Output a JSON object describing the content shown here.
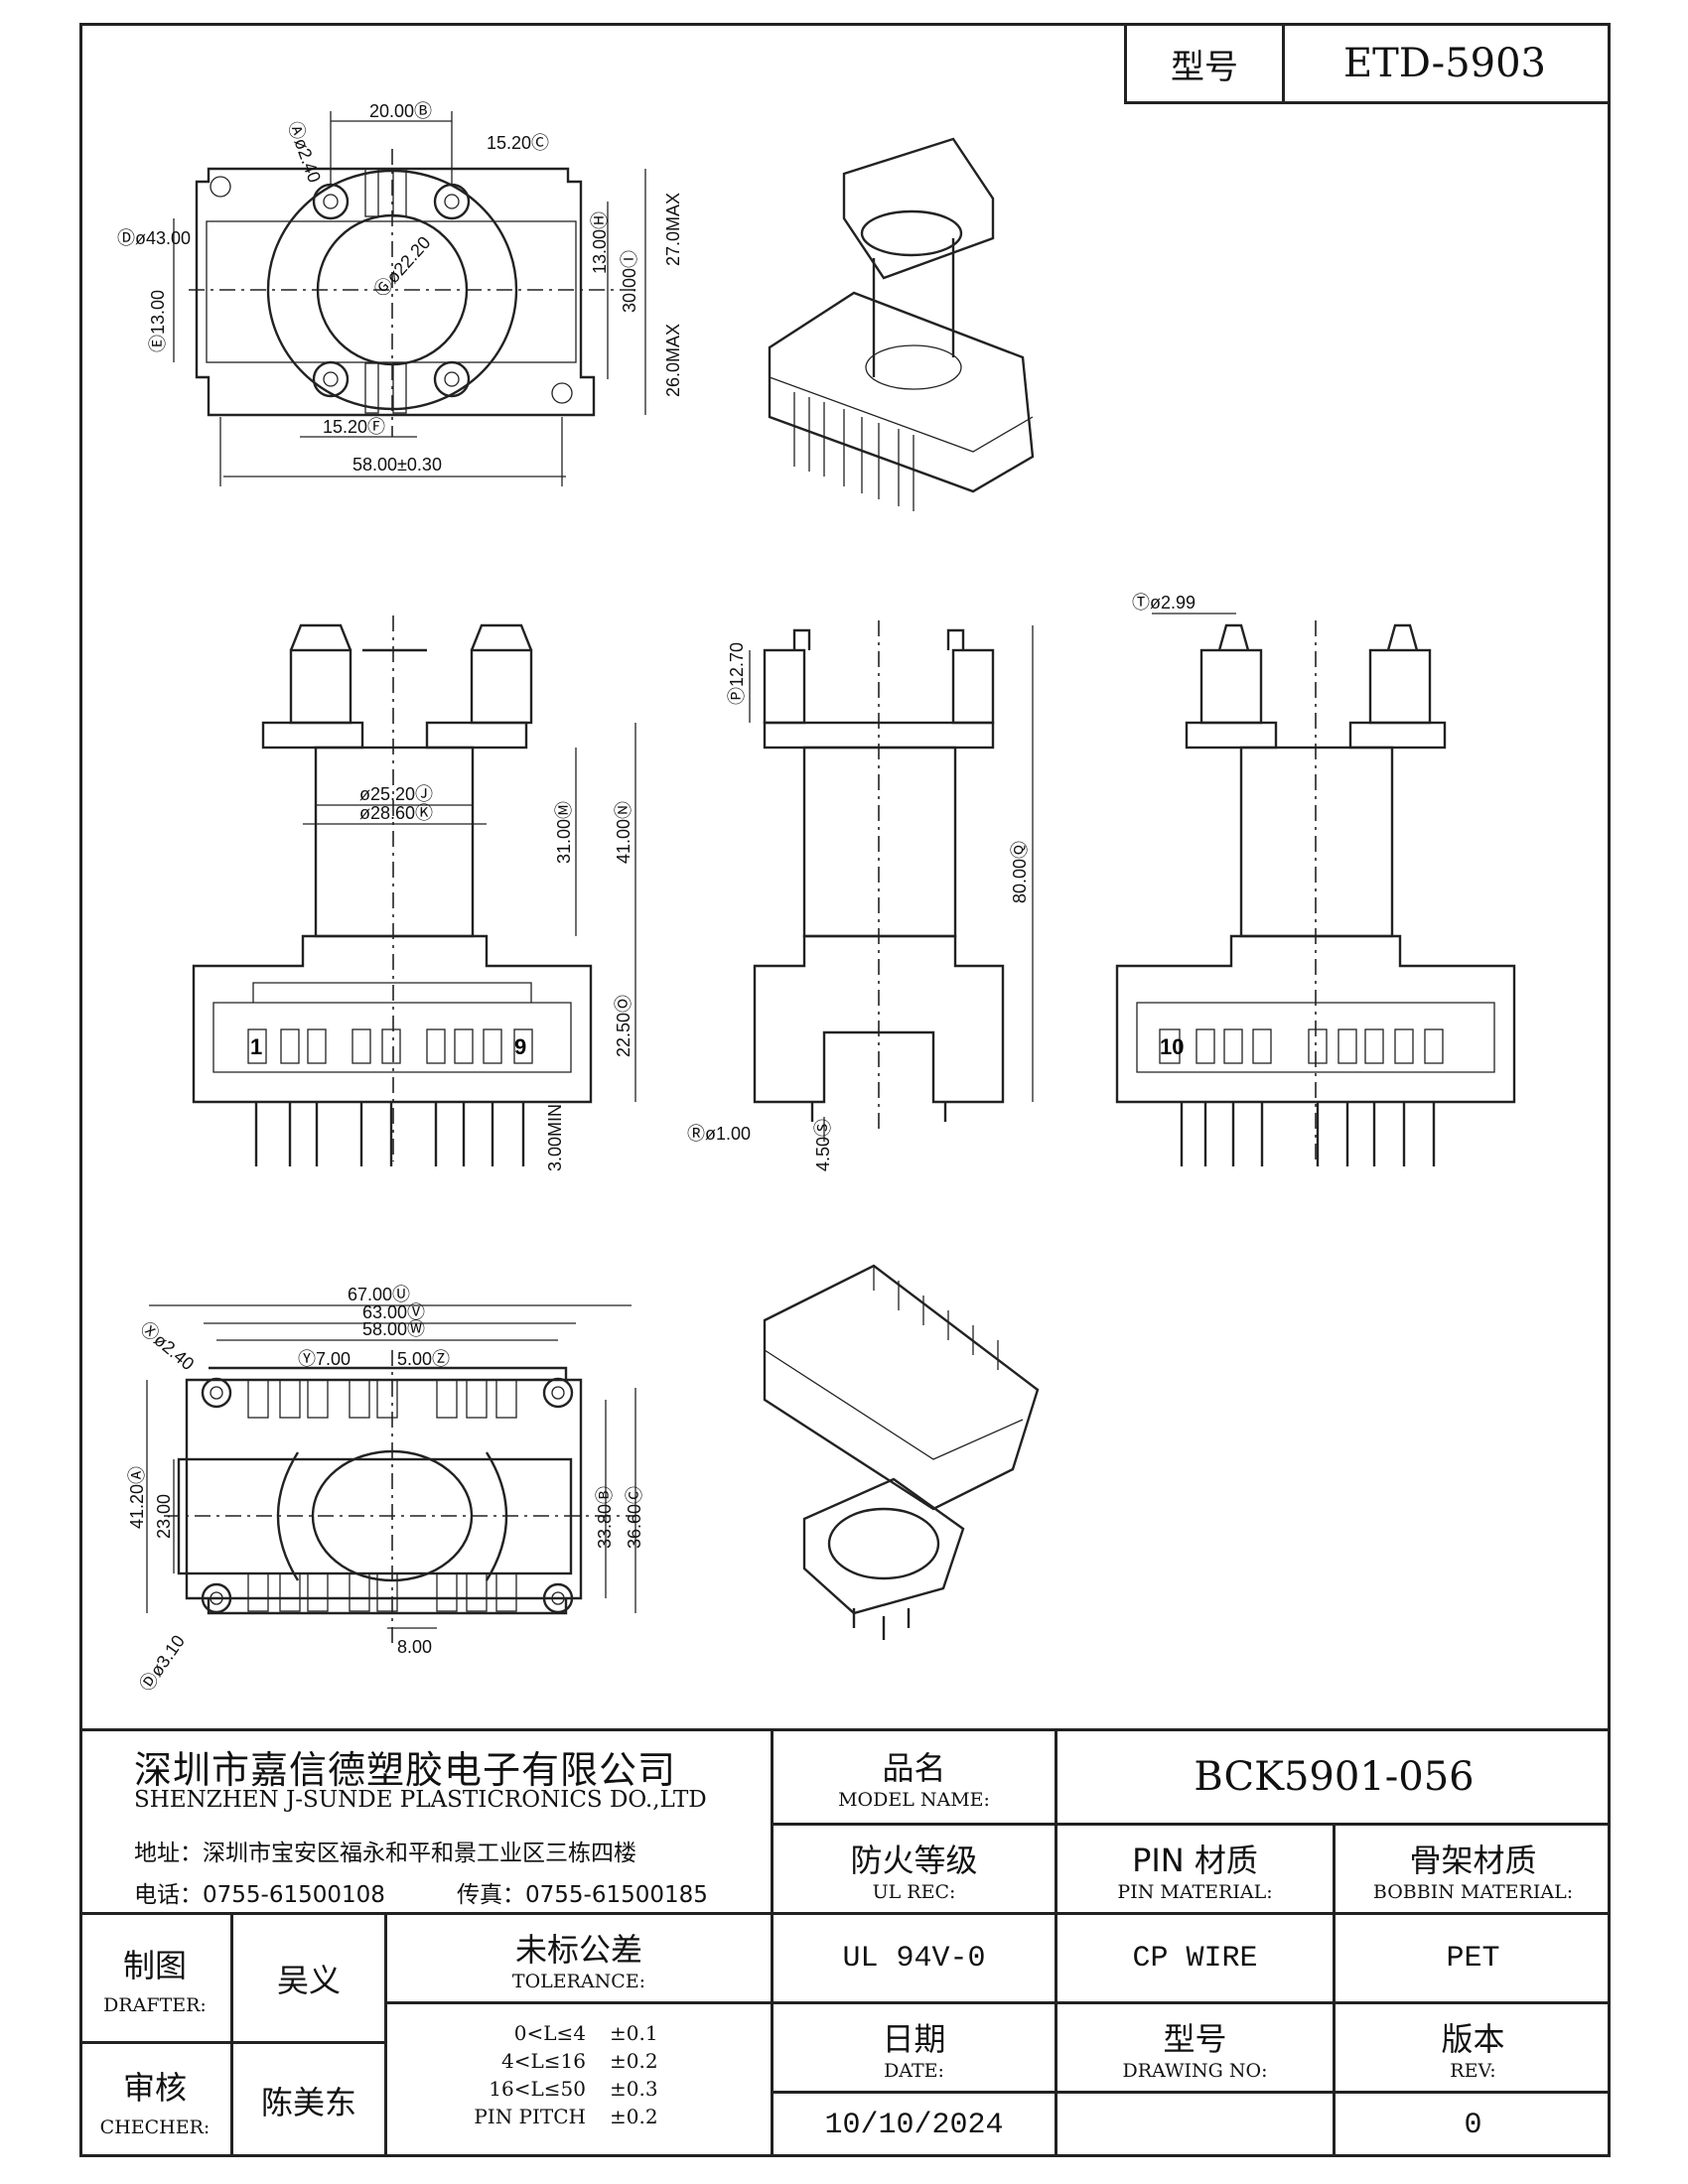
{
  "header": {
    "model_label": "型号",
    "model_value": "ETD-5903"
  },
  "company": {
    "name_cn": "深圳市嘉信德塑胶电子有限公司",
    "name_en": "SHENZHEN J-SUNDE PLASTICRONICS DO.,LTD",
    "address": "地址：深圳市宝安区福永和平和景工业区三栋四楼",
    "phone": "电话：0755-61500108",
    "fax": "传真：0755-61500185"
  },
  "title_block": {
    "model_name_cn": "品名",
    "model_name_en": "MODEL NAME:",
    "model_name_value": "BCK5901-056",
    "ul_cn": "防火等级",
    "ul_en": "UL REC:",
    "ul_value": "UL 94V-0",
    "pin_cn": "PIN 材质",
    "pin_en": "PIN MATERIAL:",
    "pin_value": "CP WIRE",
    "bobbin_cn": "骨架材质",
    "bobbin_en": "BOBBIN MATERIAL:",
    "bobbin_value": "PET",
    "drafter_cn": "制图",
    "drafter_en": "DRAFTER:",
    "drafter_value": "吴义",
    "checker_cn": "审核",
    "checker_en": "CHECHER:",
    "checker_value": "陈美东",
    "tolerance_cn": "未标公差",
    "tolerance_en": "TOLERANCE:",
    "tolerances": [
      {
        "range": "0<L≤4",
        "value": "±0.1"
      },
      {
        "range": "4<L≤16",
        "value": "±0.2"
      },
      {
        "range": "16<L≤50",
        "value": "±0.3"
      },
      {
        "range": "PIN PITCH",
        "value": "±0.2"
      }
    ],
    "date_cn": "日期",
    "date_en": "DATE:",
    "date_value": "10/10/2024",
    "drawing_cn": "型号",
    "drawing_en": "DRAWING NO:",
    "drawing_value": "",
    "rev_cn": "版本",
    "rev_en": "REV:",
    "rev_value": "0"
  },
  "dimensions": {
    "top": {
      "a": "Ⓐø2.40",
      "b": "20.00Ⓑ",
      "c": "15.20Ⓒ",
      "d": "Ⓓø43.00",
      "e": "Ⓔ13.00",
      "g": "Ⓖø22.20",
      "h": "13.00Ⓗ",
      "i": "30.00Ⓘ",
      "j1": "27.0MAX",
      "j2": "26.0MAX",
      "f": "15.20Ⓕ",
      "w": "58.00±0.30"
    },
    "front": {
      "j": "ø25.20Ⓙ",
      "k": "ø28.60Ⓚ",
      "m": "31.00Ⓜ",
      "n": "41.00Ⓝ",
      "o": "22.50Ⓞ",
      "p": "3.00MIN",
      "pin1": "1",
      "pin9": "9"
    },
    "side": {
      "p": "Ⓟ12.70",
      "q": "80.00Ⓠ",
      "r": "Ⓡø1.00",
      "s": "4.50Ⓢ"
    },
    "right": {
      "t": "Ⓣø2.99",
      "pin10": "10"
    },
    "bottom": {
      "u": "67.00Ⓤ",
      "v": "63.00Ⓥ",
      "w": "58.00Ⓦ",
      "y": "Ⓨ7.00",
      "z": "5.00Ⓩ",
      "x": "Ⓧø2.40",
      "h41": "41.20Ⓐ",
      "h23": "23.00",
      "h33": "33.80Ⓑ",
      "h36": "36.60Ⓒ",
      "d": "Ⓓø3.10",
      "p8": "8.00"
    }
  }
}
